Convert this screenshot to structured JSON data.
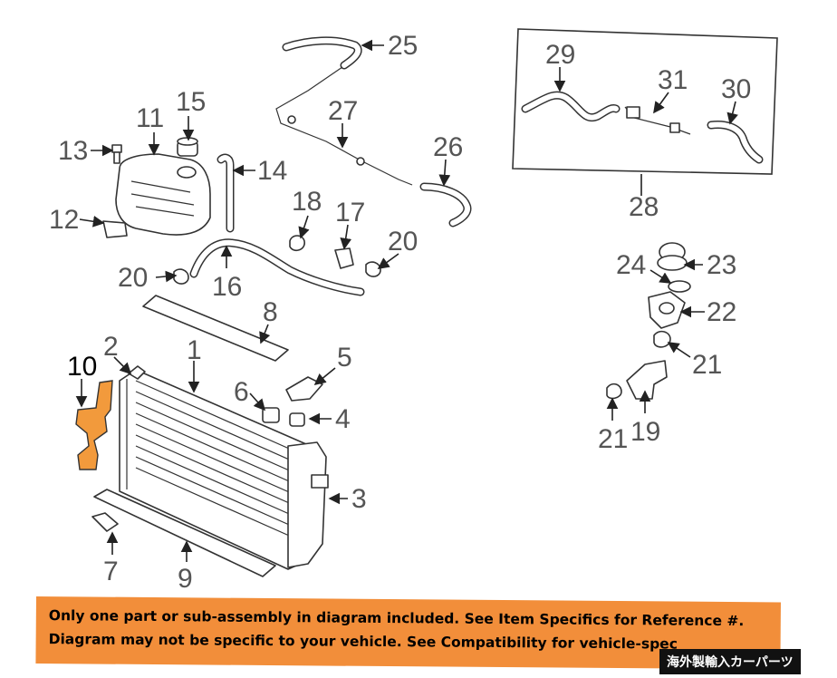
{
  "callouts": {
    "c1": "1",
    "c2": "2",
    "c3": "3",
    "c4": "4",
    "c5": "5",
    "c6": "6",
    "c7": "7",
    "c8": "8",
    "c9": "9",
    "c10": "10",
    "c11": "11",
    "c12": "12",
    "c13": "13",
    "c14": "14",
    "c15": "15",
    "c16": "16",
    "c17": "17",
    "c18": "18",
    "c19": "19",
    "c20a": "20",
    "c20b": "20",
    "c21a": "21",
    "c21b": "21",
    "c22": "22",
    "c23": "23",
    "c24": "24",
    "c25": "25",
    "c26": "26",
    "c27": "27",
    "c28": "28",
    "c29": "29",
    "c30": "30",
    "c31": "31"
  },
  "banner": {
    "line1": "Only one part or sub-assembly in diagram included. See Item Specifics for Reference #.",
    "line2": "Diagram may not be specific to your vehicle. See Compatibility for vehicle-spec",
    "badge": "海外製輸入カーパーツ"
  },
  "colors": {
    "highlight": "#f29a3c",
    "banner": "#f28e3a",
    "badge": "#111111"
  }
}
